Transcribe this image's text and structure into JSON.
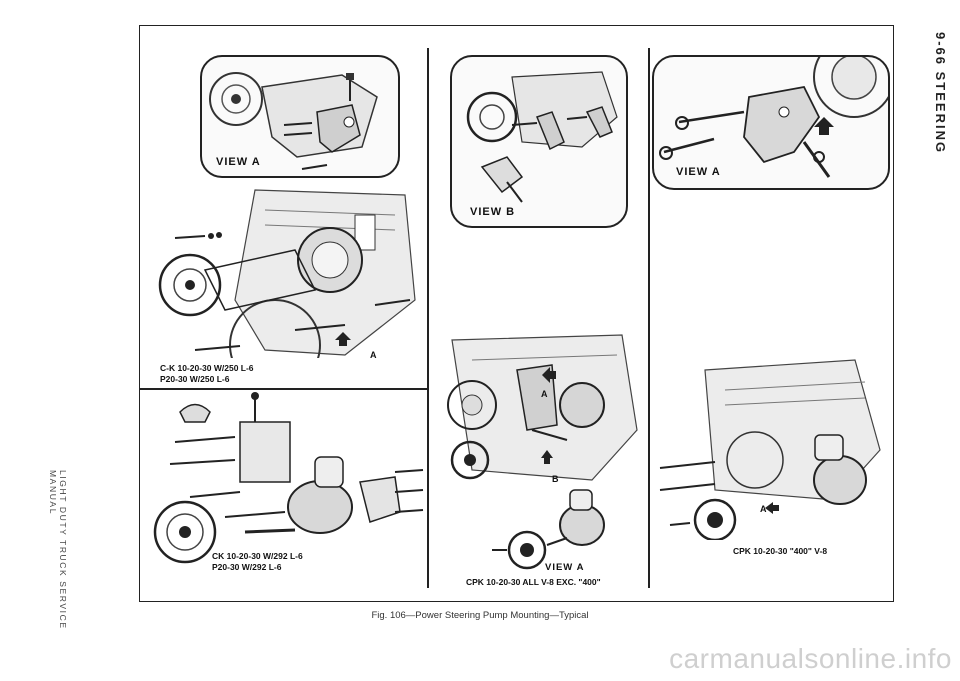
{
  "page": {
    "side_label_left": "LIGHT DUTY TRUCK SERVICE MANUAL",
    "side_label_right": "9-66 STEERING",
    "figure_caption": "Fig. 106—Power Steering Pump Mounting—Typical",
    "watermark": "carmanualsonline.info"
  },
  "panels": {
    "left_top": {
      "view_label": "VIEW A",
      "caption_line1": "C-K 10-20-30 W/250 L-6",
      "caption_line2": "P20-30 W/250 L-6",
      "arrow_label": "A"
    },
    "left_bottom": {
      "caption_line1": "CK 10-20-30 W/292 L-6",
      "caption_line2": "P20-30 W/292 L-6"
    },
    "middle": {
      "view_b_label": "VIEW B",
      "view_a_label": "VIEW A",
      "arrow_a": "A",
      "arrow_b": "B",
      "caption": "CPK 10-20-30 ALL V-8 EXC. \"400\""
    },
    "right": {
      "view_label": "VIEW A",
      "arrow_label": "A",
      "caption": "CPK 10-20-30 \"400\" V-8"
    }
  }
}
